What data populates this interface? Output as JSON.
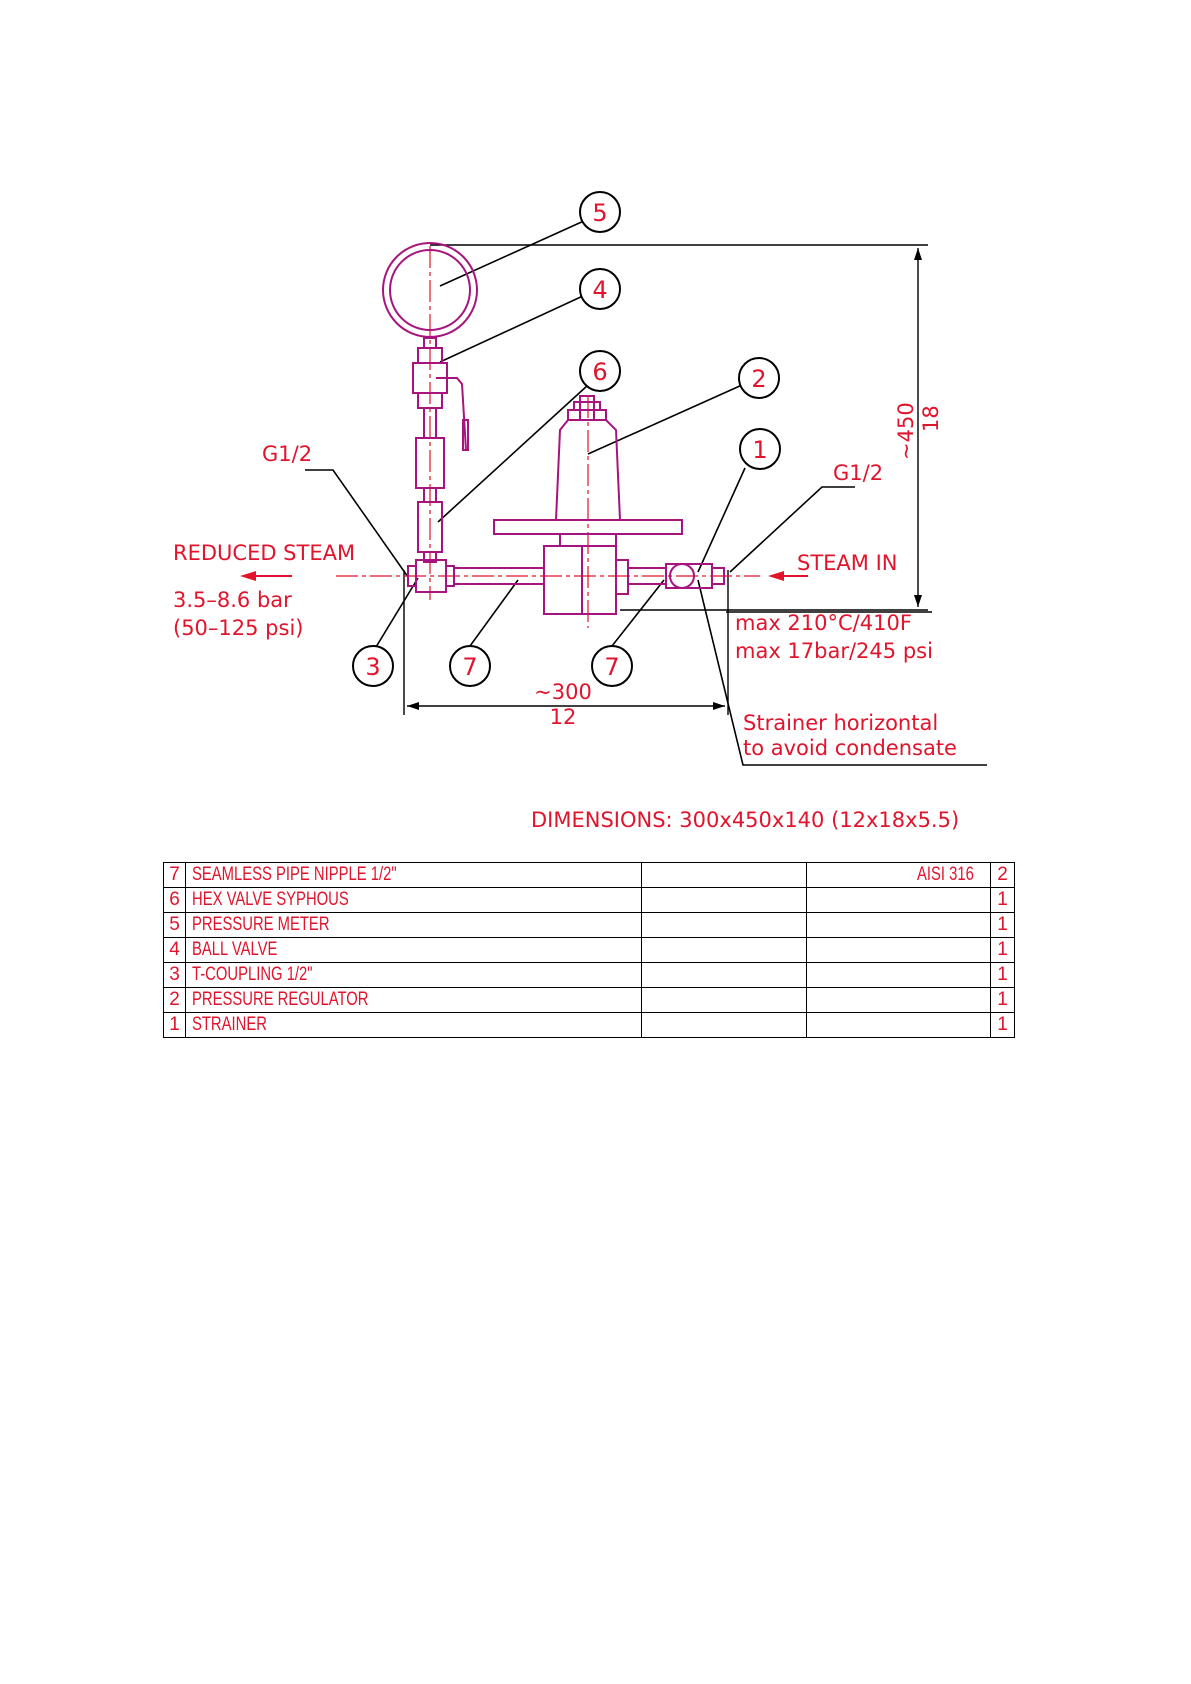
{
  "callouts": {
    "c1": "1",
    "c2": "2",
    "c3": "3",
    "c4": "4",
    "c5": "5",
    "c6": "6",
    "c7a": "7",
    "c7b": "7"
  },
  "labels": {
    "thread_left": "G1/2",
    "thread_right": "G1/2",
    "reduced_steam": "REDUCED STEAM",
    "outlet_pressure_bar": "3.5–8.6 bar",
    "outlet_pressure_psi": "(50–125 psi)",
    "steam_in": "STEAM IN",
    "max_temp": "max 210°C/410F",
    "max_pressure": "max 17bar/245 psi",
    "strainer_note_1": "Strainer horizontal",
    "strainer_note_2": "to avoid condensate",
    "height_mm": "~450",
    "height_in": "18",
    "width_mm": "~300",
    "width_in": "12",
    "dimensions": "DIMENSIONS: 300x450x140  (12x18x5.5)"
  },
  "parts_list": [
    {
      "no": "7",
      "description": "SEAMLESS PIPE NIPPLE 1/2\"",
      "col3": "",
      "material": "AISI 316",
      "qty": "2"
    },
    {
      "no": "6",
      "description": "HEX VALVE SYPHOUS",
      "col3": "",
      "material": "",
      "qty": "1"
    },
    {
      "no": "5",
      "description": "PRESSURE METER",
      "col3": "",
      "material": "",
      "qty": "1"
    },
    {
      "no": "4",
      "description": "BALL VALVE",
      "col3": "",
      "material": "",
      "qty": "1"
    },
    {
      "no": "3",
      "description": "T-COUPLING 1/2\"",
      "col3": "",
      "material": "",
      "qty": "1"
    },
    {
      "no": "2",
      "description": "PRESSURE REGULATOR",
      "col3": "",
      "material": "",
      "qty": "1"
    },
    {
      "no": "1",
      "description": "STRAINER",
      "col3": "",
      "material": "",
      "qty": "1"
    }
  ],
  "colors": {
    "text_red": "#e0142c",
    "part_magenta": "#a8147e",
    "line_black": "#000000"
  }
}
